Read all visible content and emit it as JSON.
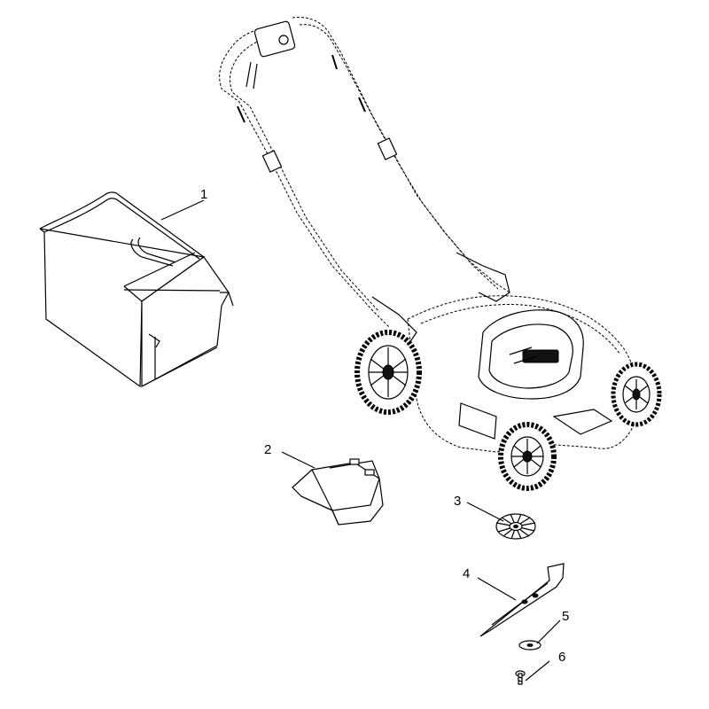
{
  "callouts": [
    {
      "id": "1",
      "label": "1",
      "part": "grass-bag"
    },
    {
      "id": "2",
      "label": "2",
      "part": "deflector-door"
    },
    {
      "id": "3",
      "label": "3",
      "part": "fan"
    },
    {
      "id": "4",
      "label": "4",
      "part": "blade"
    },
    {
      "id": "5",
      "label": "5",
      "part": "washer"
    },
    {
      "id": "6",
      "label": "6",
      "part": "bolt"
    }
  ]
}
